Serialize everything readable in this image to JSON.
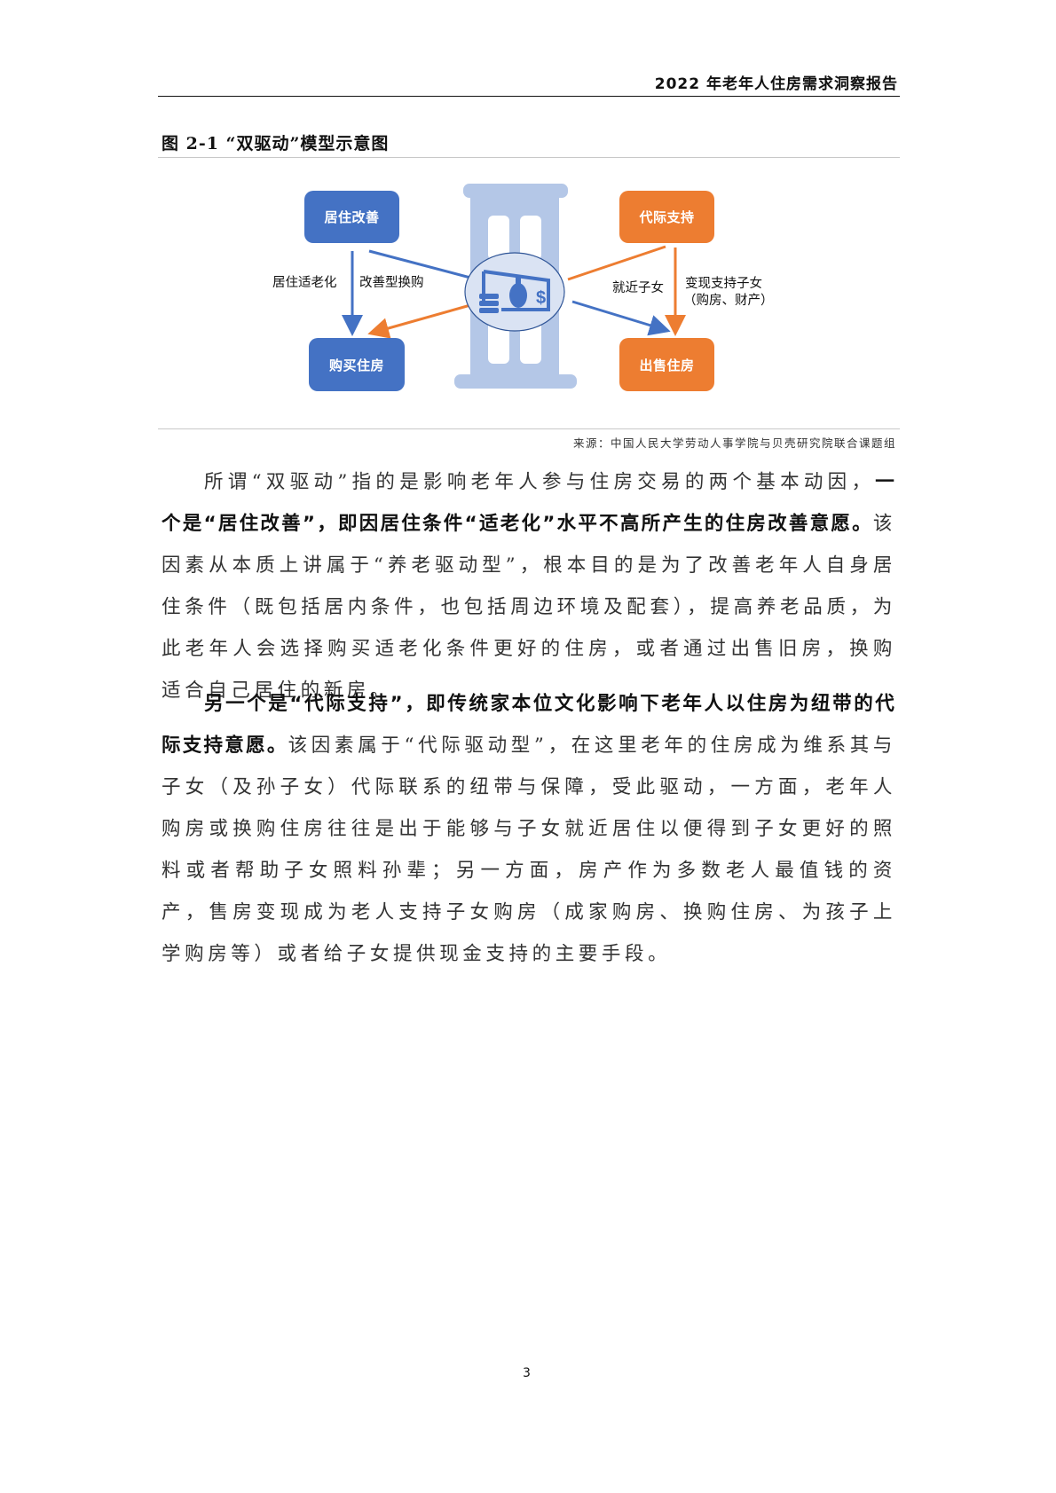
{
  "header": {
    "title": "2022 年老年人住房需求洞察报告"
  },
  "figure": {
    "title": "图 2-1 “双驱动”模型示意图",
    "source": "来源：中国人民大学劳动人事学院与贝壳研究院联合课题组",
    "nodes": {
      "residential_improvement": "居住改善",
      "buy_housing": "购买住房",
      "intergenerational_support": "代际支持",
      "sell_housing": "出售住房"
    },
    "edge_labels": {
      "aging_friendly": "居住适老化",
      "improvement_swap": "改善型换购",
      "near_children": "就近子女",
      "cash_support_line1": "变现支持子女",
      "cash_support_line2": "（购房、财产）"
    },
    "center_icon": "money-cash-icon",
    "colors": {
      "blue": "#4472c4",
      "orange": "#ed7d31",
      "building": "#b4c7e7",
      "ellipse": "#dae3f3"
    }
  },
  "paragraphs": [
    {
      "plain1": "所谓“双驱动”指的是影响老年人参与住房交易的两个基本动因，",
      "bold": "一个是“居住改善”，即因居住条件“适老化”水平不高所产生的住房改善意愿。",
      "plain2": "该因素从本质上讲属于“养老驱动型”，根本目的是为了改善老年人自身居住条件（既包括居内条件，也包括周边环境及配套），提高养老品质，为此老年人会选择购买适老化条件更好的住房，或者通过出售旧房，换购适合自己居住的新房。"
    },
    {
      "bold": "另一个是“代际支持”，即传统家本位文化影响下老年人以住房为纽带的代际支持意愿。",
      "plain2": "该因素属于“代际驱动型”，在这里老年的住房成为维系其与子女（及孙子女）代际联系的纽带与保障，受此驱动，一方面，老年人购房或换购住房往往是出于能够与子女就近居住以便得到子女更好的照料或者帮助子女照料孙辈；另一方面，房产作为多数老人最值钱的资产，售房变现成为老人支持子女购房（成家购房、换购住房、为孩子上学购房等）或者给子女提供现金支持的主要手段。"
    }
  ],
  "footer": {
    "page_number": "3"
  }
}
